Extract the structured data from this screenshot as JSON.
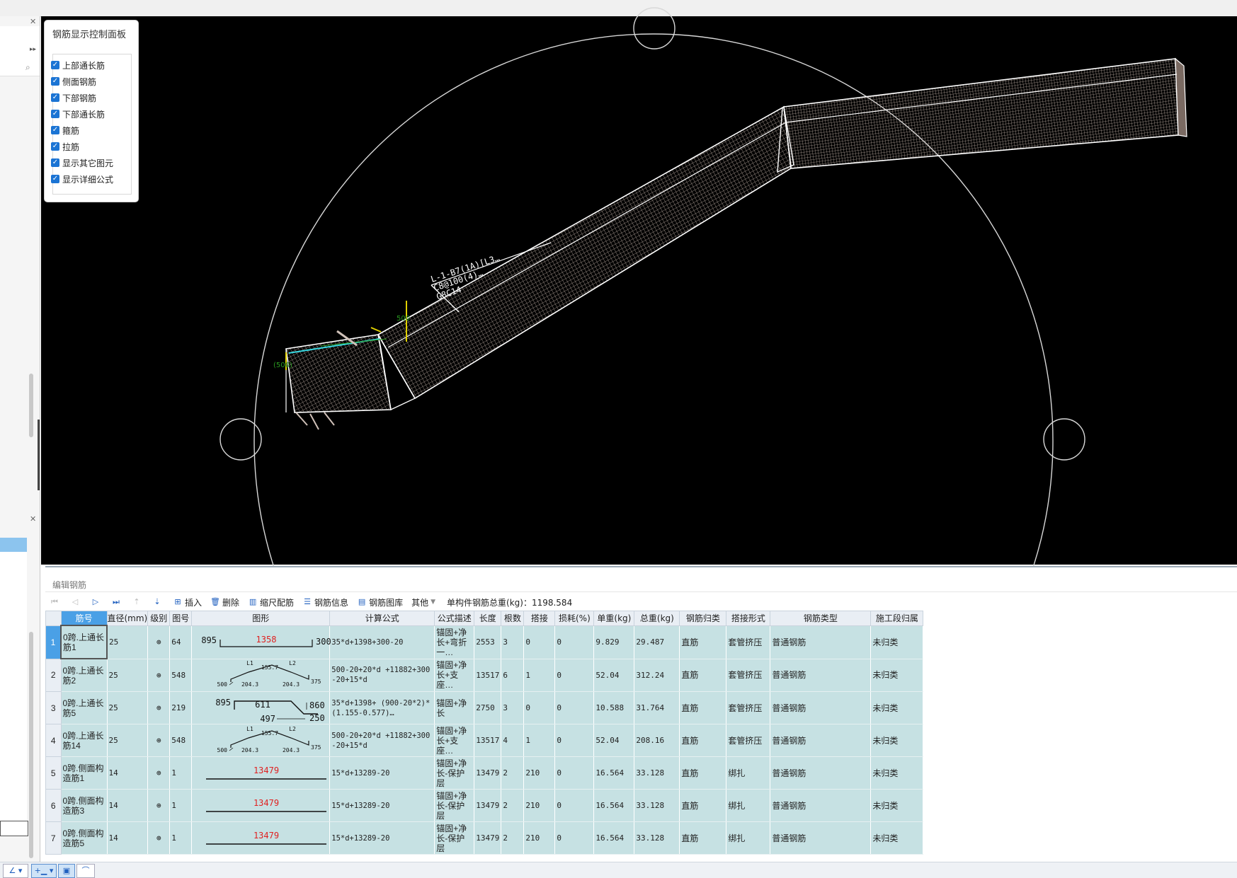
{
  "control_panel": {
    "title": "钢筋显示控制面板",
    "options": [
      {
        "label": "上部通长筋",
        "checked": true
      },
      {
        "label": "侧面钢筋",
        "checked": true
      },
      {
        "label": "下部钢筋",
        "checked": true
      },
      {
        "label": "下部通长筋",
        "checked": true
      },
      {
        "label": "箍筋",
        "checked": true
      },
      {
        "label": "拉筋",
        "checked": true
      },
      {
        "label": "显示其它图元",
        "checked": true
      },
      {
        "label": "显示详细公式",
        "checked": true
      }
    ]
  },
  "viewport": {
    "annotation_line1": "L-1-B7(1A)[L3…",
    "annotation_line2": "C8@100(4)…",
    "annotation_line3": "G8C14",
    "green_label1": "500",
    "green_label2": "(500)"
  },
  "editor": {
    "title": "编辑钢筋",
    "toolbar": {
      "insert": "插入",
      "delete": "删除",
      "scale": "缩尺配筋",
      "info": "钢筋信息",
      "library": "钢筋图库",
      "other": "其他",
      "total_label": "单构件钢筋总重(kg)：1198.584"
    },
    "columns": [
      "筋号",
      "直径(mm)",
      "级别",
      "图号",
      "图形",
      "计算公式",
      "公式描述",
      "长度",
      "根数",
      "搭接",
      "损耗(%)",
      "单重(kg)",
      "总重(kg)",
      "钢筋归类",
      "搭接形式",
      "钢筋类型",
      "施工段归属"
    ],
    "rows": [
      {
        "n": "1",
        "name": "0跨.上通长筋1",
        "dia": "25",
        "grade": "⊕",
        "fig": "64",
        "formula": "35*d+1398+300-20",
        "desc": "锚固+净长+弯折一…",
        "len": "2553",
        "count": "3",
        "lap": "0",
        "loss": "0",
        "unit": "9.829",
        "total": "29.487",
        "cat": "直筋",
        "lapform": "套管挤压",
        "type": "普通钢筋",
        "seg": "未归类",
        "shape": {
          "kind": "hook",
          "left": "895",
          "mid": "1358",
          "right": "300"
        }
      },
      {
        "n": "2",
        "name": "0跨.上通长筋2",
        "dia": "25",
        "grade": "⊕",
        "fig": "548",
        "formula": "500-20+20*d +11882+300-20+15*d",
        "desc": "锚固+净长+支座…",
        "len": "13517",
        "count": "6",
        "lap": "1",
        "loss": "0",
        "unit": "52.04",
        "total": "312.24",
        "cat": "直筋",
        "lapform": "套管挤压",
        "type": "普通钢筋",
        "seg": "未归类",
        "shape": {
          "kind": "bent",
          "a": "500",
          "b": "204.3",
          "c": "155.7",
          "d": "204.3",
          "e": "375",
          "l1": "L1",
          "l2": "L2"
        }
      },
      {
        "n": "3",
        "name": "0跨.上通长筋5",
        "dia": "25",
        "grade": "⊕",
        "fig": "219",
        "formula": "35*d+1398+ (900-20*2)*(1.155-0.577)…",
        "desc": "锚固+净长",
        "len": "2750",
        "count": "3",
        "lap": "0",
        "loss": "0",
        "unit": "10.588",
        "total": "31.764",
        "cat": "直筋",
        "lapform": "套管挤压",
        "type": "普通钢筋",
        "seg": "未归类",
        "shape": {
          "kind": "crank",
          "a": "895",
          "b": "611",
          "c": "497",
          "d": "860",
          "e": "250"
        }
      },
      {
        "n": "4",
        "name": "0跨.上通长筋14",
        "dia": "25",
        "grade": "⊕",
        "fig": "548",
        "formula": "500-20+20*d +11882+300-20+15*d",
        "desc": "锚固+净长+支座…",
        "len": "13517",
        "count": "4",
        "lap": "1",
        "loss": "0",
        "unit": "52.04",
        "total": "208.16",
        "cat": "直筋",
        "lapform": "套管挤压",
        "type": "普通钢筋",
        "seg": "未归类",
        "shape": {
          "kind": "bent",
          "a": "500",
          "b": "204.3",
          "c": "155.7",
          "d": "204.3",
          "e": "375",
          "l1": "L1",
          "l2": "L2"
        }
      },
      {
        "n": "5",
        "name": "0跨.侧面构造筋1",
        "dia": "14",
        "grade": "⊕",
        "fig": "1",
        "formula": "15*d+13289-20",
        "desc": "锚固+净长-保护层",
        "len": "13479",
        "count": "2",
        "lap": "210",
        "loss": "0",
        "unit": "16.564",
        "total": "33.128",
        "cat": "直筋",
        "lapform": "绑扎",
        "type": "普通钢筋",
        "seg": "未归类",
        "shape": {
          "kind": "straight",
          "mid": "13479"
        }
      },
      {
        "n": "6",
        "name": "0跨.侧面构造筋3",
        "dia": "14",
        "grade": "⊕",
        "fig": "1",
        "formula": "15*d+13289-20",
        "desc": "锚固+净长-保护层",
        "len": "13479",
        "count": "2",
        "lap": "210",
        "loss": "0",
        "unit": "16.564",
        "total": "33.128",
        "cat": "直筋",
        "lapform": "绑扎",
        "type": "普通钢筋",
        "seg": "未归类",
        "shape": {
          "kind": "straight",
          "mid": "13479"
        }
      },
      {
        "n": "7",
        "name": "0跨.侧面构造筋5",
        "dia": "14",
        "grade": "⊕",
        "fig": "1",
        "formula": "15*d+13289-20",
        "desc": "锚固+净长-保护层",
        "len": "13479",
        "count": "2",
        "lap": "210",
        "loss": "0",
        "unit": "16.564",
        "total": "33.128",
        "cat": "直筋",
        "lapform": "绑扎",
        "type": "普通钢筋",
        "seg": "未归类",
        "shape": {
          "kind": "straight",
          "mid": "13479"
        }
      }
    ]
  },
  "colors": {
    "accent": "#4aa0e6",
    "row_bg": "#c6e1e3",
    "viewport_bg": "#000000",
    "rebar": "#cfc0b8",
    "red_text": "#e02020"
  }
}
